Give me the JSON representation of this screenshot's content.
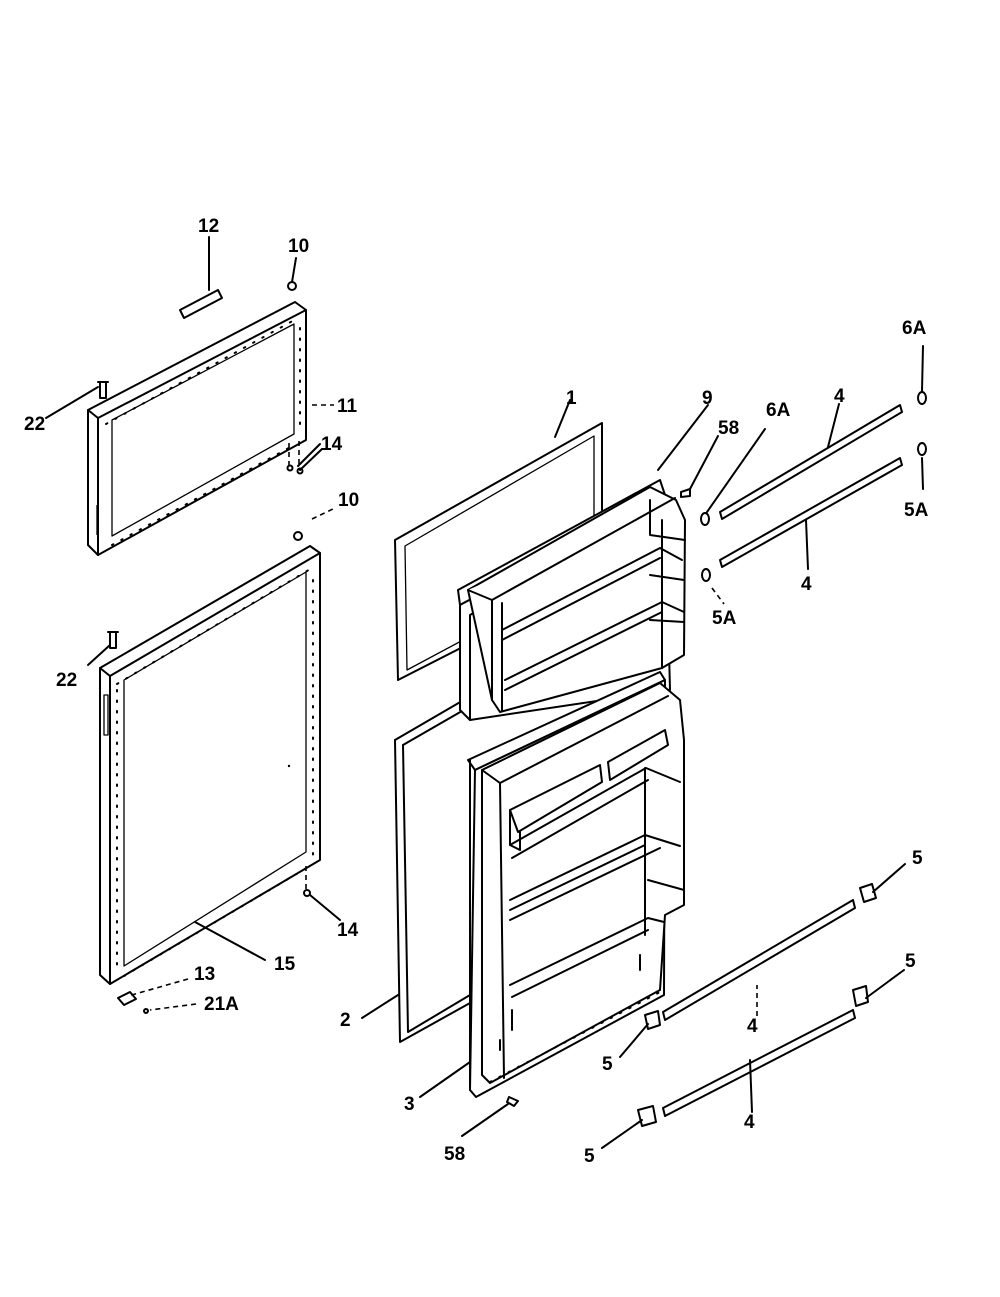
{
  "diagram": {
    "labels": {
      "p1": "1",
      "p2": "2",
      "p3": "3",
      "p4_a": "4",
      "p4_b": "4",
      "p4_c": "4",
      "p4_d": "4",
      "p5_a": "5",
      "p5_b": "5",
      "p5_c": "5",
      "p5_d": "5",
      "p5a_a": "5A",
      "p5a_b": "5A",
      "p58_a": "58",
      "p58_b": "58",
      "p6a_a": "6A",
      "p6a_b": "6A",
      "p9": "9",
      "p10_a": "10",
      "p10_b": "10",
      "p11": "11",
      "p12": "12",
      "p13": "13",
      "p14_a": "14",
      "p14_b": "14",
      "p15": "15",
      "p21a": "21A",
      "p22_a": "22",
      "p22_b": "22"
    }
  }
}
